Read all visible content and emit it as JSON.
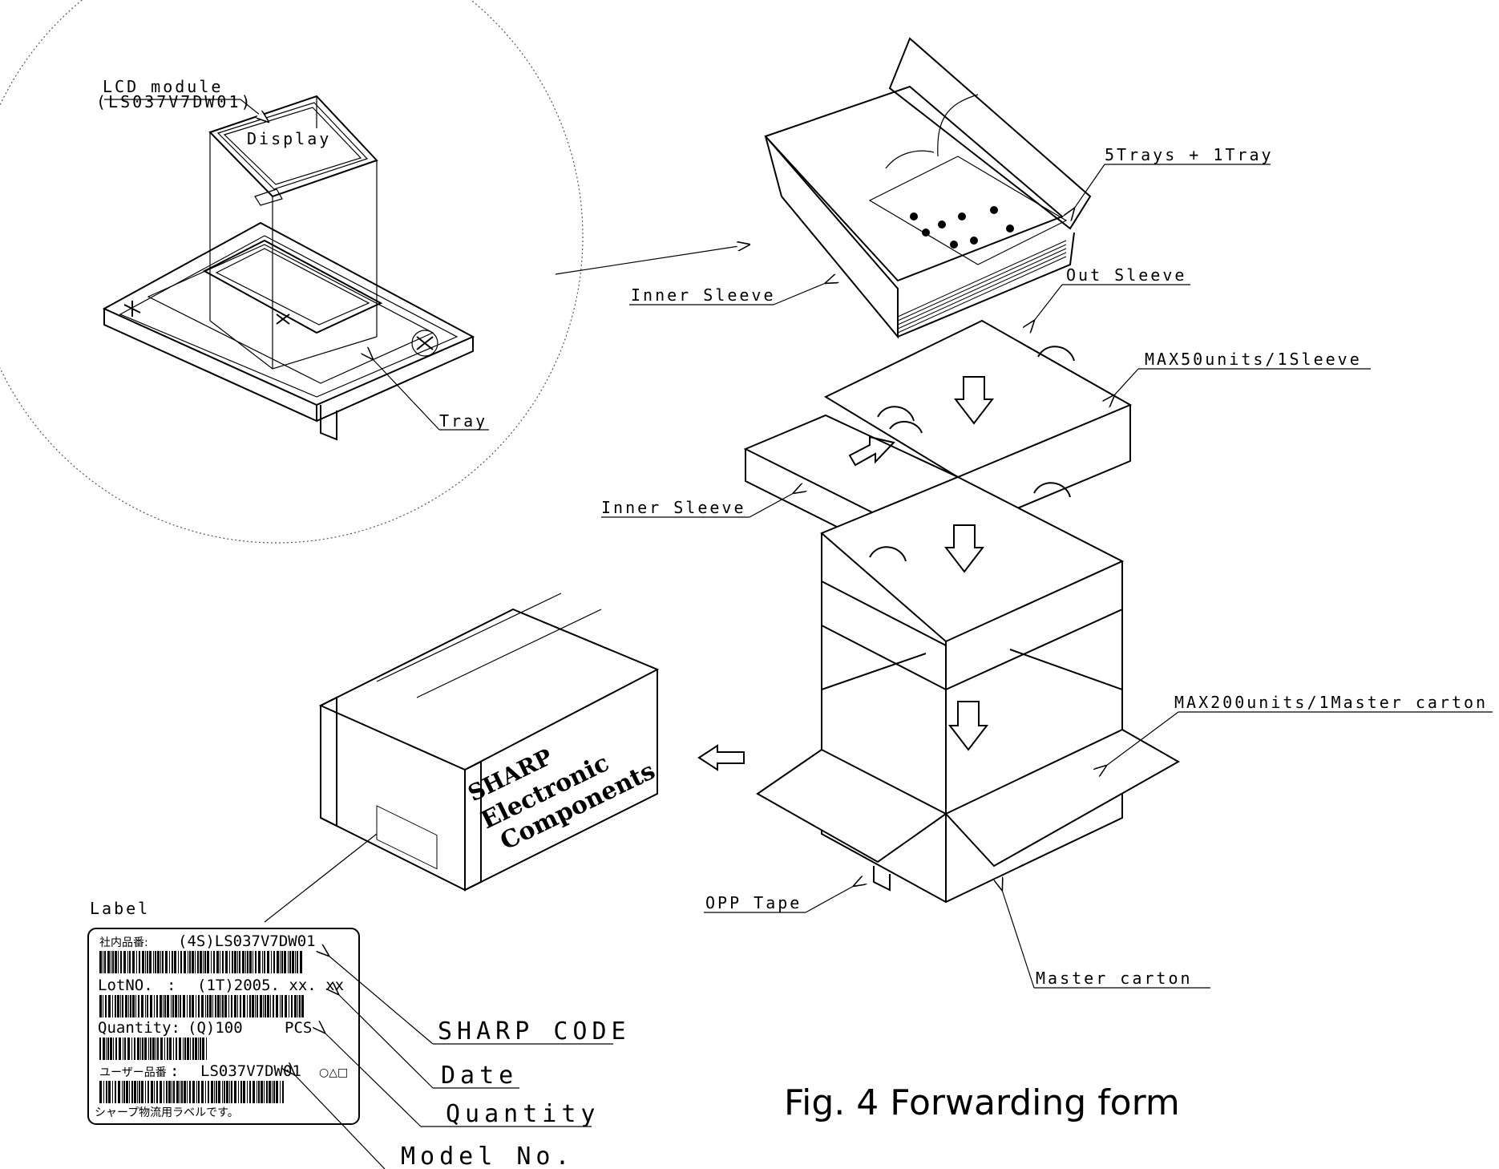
{
  "figure_title": "Fig. 4 Forwarding form",
  "callouts": {
    "lcd_module": "LCD module",
    "lcd_model": "(LS037V7DW01)",
    "display": "Display",
    "tray": "Tray",
    "five_trays": "5Trays + 1Tray",
    "inner_sleeve_top": "Inner Sleeve",
    "out_sleeve": "Out Sleeve",
    "max50": "MAX50units/1Sleeve",
    "inner_sleeve_mid": "Inner Sleeve",
    "max200": "MAX200units/1Master carton",
    "opp_tape": "OPP Tape",
    "master_carton": "Master carton",
    "label": "Label"
  },
  "label_card": {
    "row1_jp": "社内品番:",
    "row1_value": "(4S)LS037V7DW01",
    "row2_key": "LotNO.",
    "row2_sep": ":",
    "row2_value": "(1T)2005. xx. xx",
    "row3_key": "Quantity:",
    "row3_value": "(Q)100",
    "row3_unit": "PCS",
    "row4_jp": "ユーザー品番",
    "row4_sep": ":",
    "row4_value": "LS037V7DW01",
    "row4_symbols": "○△□",
    "footer_jp": "シャープ物流用ラベルです。"
  },
  "label_pointers": {
    "sharp_code": "SHARP CODE",
    "date": "Date",
    "quantity": "Quantity",
    "model_no": "Model No."
  },
  "carton_print": {
    "brand": "SHARP",
    "line1": "Electronic",
    "line2": "Components"
  }
}
